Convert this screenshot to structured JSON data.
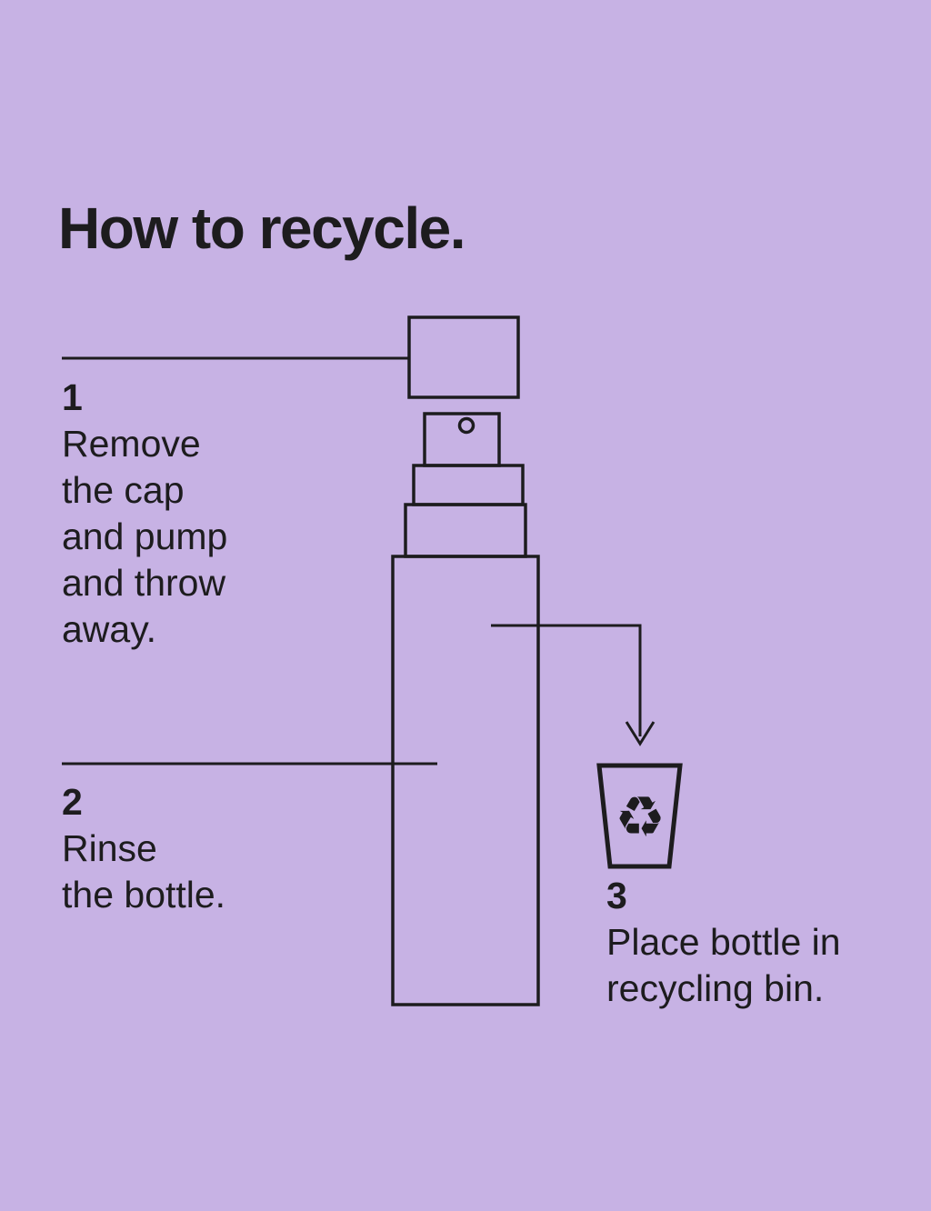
{
  "page": {
    "background_color": "#c7b2e4",
    "ink_color": "#1d1c1e"
  },
  "title": "How to recycle.",
  "steps": [
    {
      "number": "1",
      "lines": [
        "Remove",
        "the cap",
        "and pump",
        "and throw",
        "away."
      ]
    },
    {
      "number": "2",
      "lines": [
        "Rinse",
        "the bottle."
      ]
    },
    {
      "number": "3",
      "lines": [
        "Place bottle in",
        "recycling bin."
      ]
    }
  ],
  "bin": {
    "symbol": "♻"
  },
  "illustration": {
    "name": "spray-bottle-outline"
  }
}
